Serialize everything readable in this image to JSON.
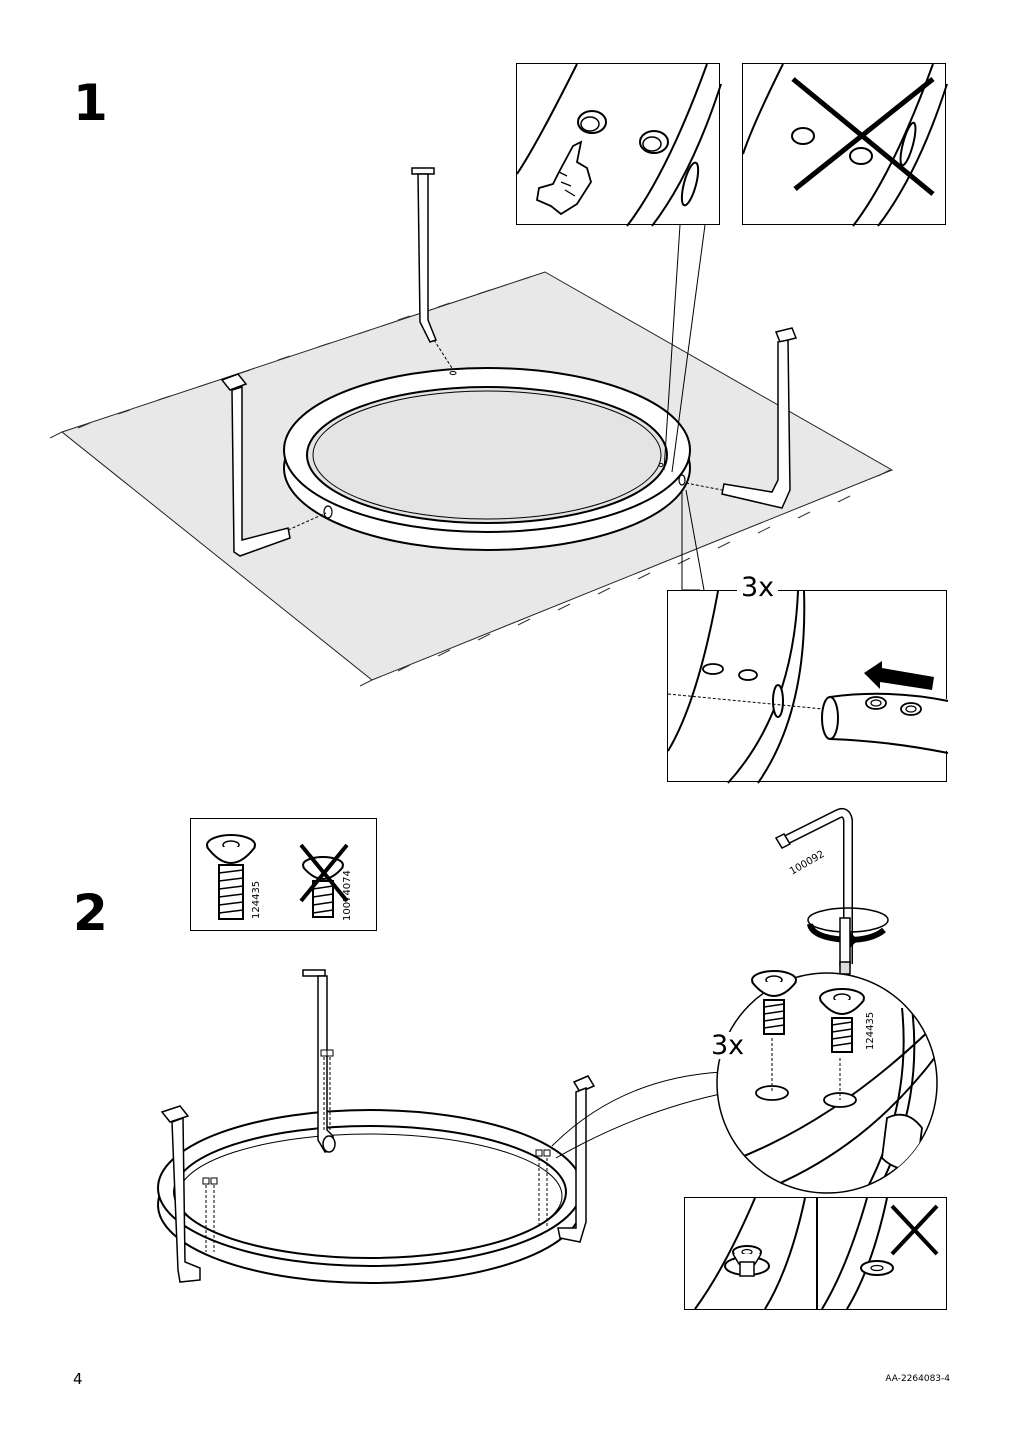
{
  "steps": [
    {
      "number": "1",
      "count_label": "3x"
    },
    {
      "number": "2",
      "count_label": "3x"
    }
  ],
  "parts": {
    "correct_screw": "124435",
    "wrong_screw": "10074074",
    "allen_key": "100092",
    "screw_detail": "124435"
  },
  "footer": {
    "page_number": "4",
    "document_id": "AA-2264083-4"
  }
}
